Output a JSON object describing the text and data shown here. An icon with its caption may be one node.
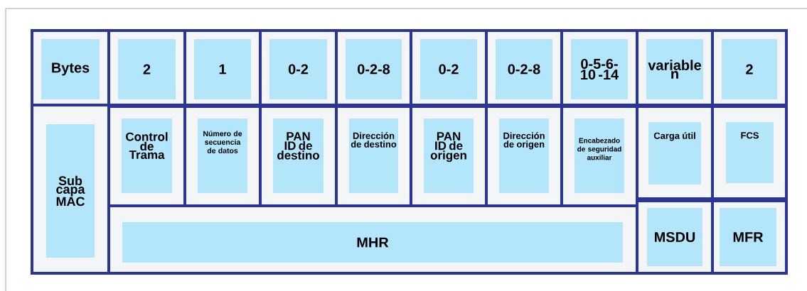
{
  "diagram": {
    "nodes": [
      {
        "text": [
          "Bytes"
        ]
      },
      {
        "text": [
          "2"
        ]
      },
      {
        "text": [
          "1"
        ]
      },
      {
        "text": [
          "0-2"
        ]
      },
      {
        "text": [
          "0-2-8"
        ]
      },
      {
        "text": [
          "0-2"
        ]
      },
      {
        "text": [
          "0-2-8"
        ]
      },
      {
        "text": [
          "0-5-6-10 -14"
        ]
      },
      {
        "text": [
          "variable n"
        ]
      },
      {
        "text": [
          "2"
        ]
      },
      {
        "text": [
          "Sub capa MAC"
        ]
      },
      {
        "text": [
          "Control de Trama"
        ]
      },
      {
        "text": [
          "Número de secuencia de datos"
        ]
      },
      {
        "text": [
          "PAN ID de destino"
        ]
      },
      {
        "text": [
          "Dirección de destino"
        ]
      },
      {
        "text": [
          "PAN ID de origen"
        ]
      },
      {
        "text": [
          "Dirección de origen"
        ]
      },
      {
        "text": [
          "Encabezado de seguridad auxiliar"
        ]
      },
      {
        "text": [
          "Carga útil"
        ]
      },
      {
        "text": [
          "FCS"
        ]
      },
      {
        "text": [
          "MHR"
        ]
      },
      {
        "text": [
          "MSDU"
        ]
      },
      {
        "text": [
          "MFR"
        ]
      }
    ]
  }
}
